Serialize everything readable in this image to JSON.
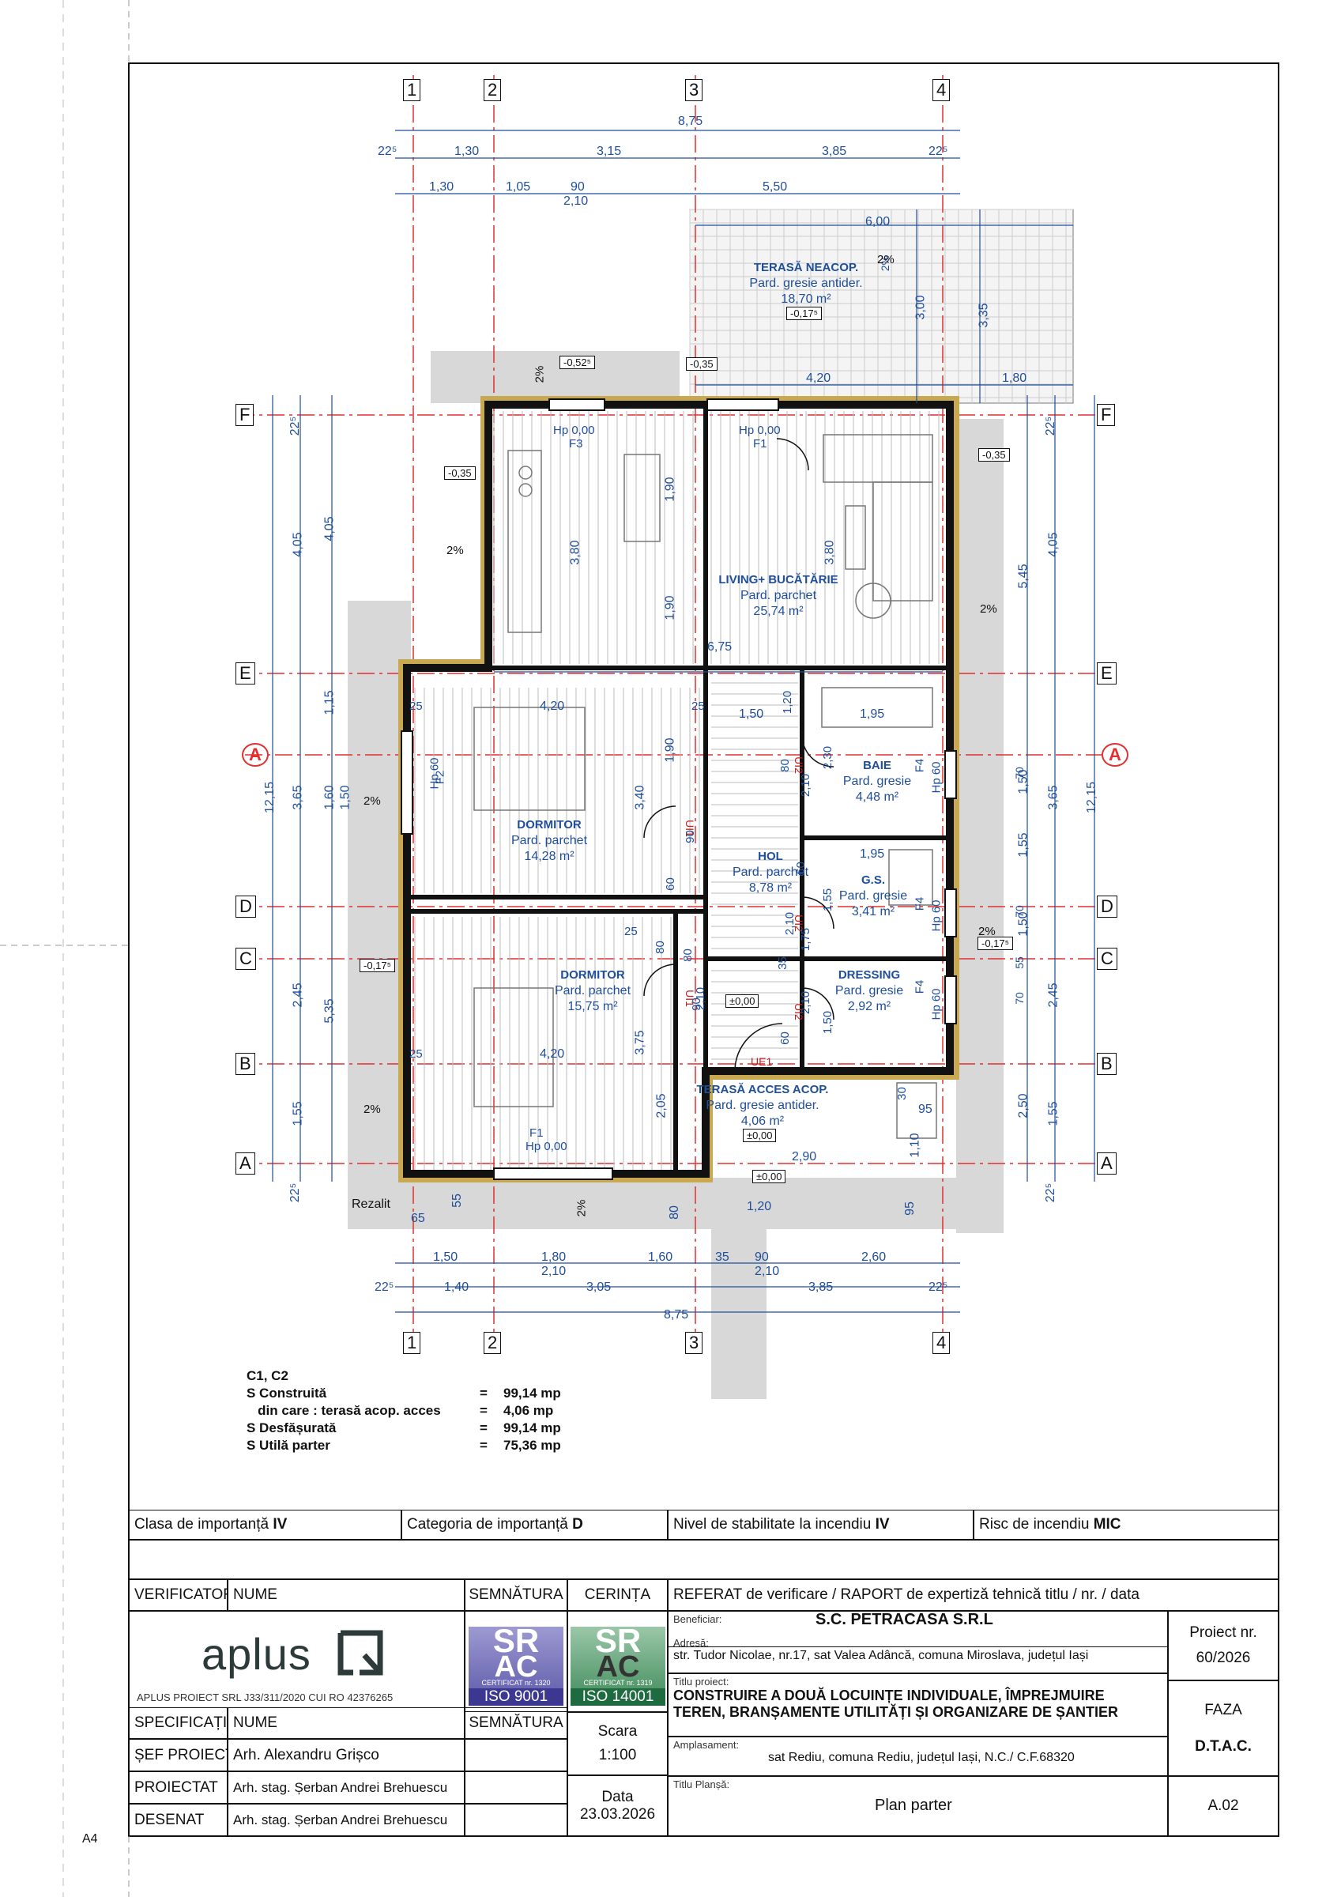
{
  "plan": {
    "axes_numbers": [
      "1",
      "2",
      "3",
      "4"
    ],
    "axes_letters": [
      "F",
      "E",
      "D",
      "C",
      "B",
      "A"
    ],
    "section_marker": "A",
    "top_dims": {
      "overall": "8,75",
      "row2": [
        "22⁵",
        "1,30",
        "3,15",
        "3,85",
        "22⁵"
      ],
      "row3": [
        "1,30",
        "1,05",
        "90",
        "5,50"
      ],
      "row3_sub": "2,10"
    },
    "bottom_dims": {
      "row1": [
        "1,50",
        "1,80",
        "1,60",
        "35",
        "90",
        "2,60"
      ],
      "row1_sub": [
        "2,10",
        "2,10"
      ],
      "row2": [
        "22⁵",
        "1,40",
        "3,05",
        "3,85",
        "22⁵"
      ],
      "overall": "8,75"
    },
    "left_dims": {
      "outer": "12,15",
      "mid": [
        "22⁵",
        "4,05",
        "3,65",
        "2,45",
        "1,55",
        "22⁵"
      ],
      "inner": [
        "4,05",
        "1,15",
        "1,60",
        "5,35"
      ],
      "inner2": "1,50"
    },
    "right_dims": {
      "outer": "12,15",
      "mid": [
        "22⁵",
        "4,05",
        "3,65",
        "2,45",
        "1,55",
        "22⁵"
      ],
      "inner": [
        "5,45",
        "1,50",
        "1,55",
        "1,50",
        "2,50"
      ],
      "inner2": [
        "70",
        "70",
        "55",
        "70"
      ]
    },
    "rooms": [
      {
        "name": "TERASĂ NEACOP.",
        "floor": "Pard. gresie antider.",
        "area": "18,70 m²",
        "level": "-0,17⁵"
      },
      {
        "name": "LIVING+ BUCĂTĂRIE",
        "floor": "Pard. parchet",
        "area": "25,74 m²"
      },
      {
        "name": "DORMITOR",
        "floor": "Pard. parchet",
        "area": "14,28 m²"
      },
      {
        "name": "HOL",
        "floor": "Pard. parchet",
        "area": "8,78 m²"
      },
      {
        "name": "BAIE",
        "floor": "Pard. gresie",
        "area": "4,48 m²"
      },
      {
        "name": "G.S.",
        "floor": "Pard. gresie",
        "area": "3,41 m²"
      },
      {
        "name": "DORMITOR",
        "floor": "Pard. parchet",
        "area": "15,75 m²"
      },
      {
        "name": "DRESSING",
        "floor": "Pard. gresie",
        "area": "2,92 m²"
      },
      {
        "name": "TERASĂ ACCES ACOP.",
        "floor": "Pard. gresie antider.",
        "area": "4,06 m²",
        "level": "±0,00"
      }
    ],
    "terrace_dims": [
      "6,00",
      "3,00",
      "3,35",
      "4,20",
      "1,80",
      "2%"
    ],
    "levels": [
      "-0,52⁵",
      "-0,35",
      "-0,35",
      "-0,35",
      "-0,17⁵",
      "-0,17⁵",
      "±0,00",
      "±0,00"
    ],
    "windows": [
      "Hp 0,00",
      "F3",
      "Hp 0,00",
      "F1",
      "Hp 60",
      "F2",
      "F1",
      "Hp 0,00",
      "F4",
      "Hp 60",
      "F4",
      "Hp 60",
      "F4",
      "Hp 60"
    ],
    "doors": [
      "UI1",
      "UI2",
      "UI2",
      "UI1",
      "UI2",
      "UE1"
    ],
    "inner_dims": [
      "6,75",
      "4,20",
      "4,20",
      "1,50",
      "1,95",
      "1,95",
      "3,80",
      "3,80",
      "1,90",
      "1,90",
      "1,90",
      "3,40",
      "3,75",
      "2,05",
      "2,90",
      "1,20",
      "95",
      "1,10",
      "95",
      "80",
      "55",
      "65",
      "Rezalit"
    ],
    "slopes": [
      "2%",
      "2%",
      "2%",
      "2%",
      "2%",
      "2%",
      "2%",
      "2%"
    ],
    "misc_dims": [
      "25",
      "25",
      "25",
      "25",
      "1,20",
      "2,30",
      "2,10",
      "80",
      "90",
      "60",
      "60",
      "1,55",
      "1,75",
      "2,10",
      "80",
      "35",
      "2,10",
      "1,50",
      "60",
      "2,10",
      "90",
      "80",
      "30"
    ]
  },
  "stats": {
    "title": "C1, C2",
    "rows": [
      {
        "label": "S Construită",
        "value": "99,14 mp"
      },
      {
        "label": "   din care : terasă acop. acces",
        "value": "4,06 mp"
      },
      {
        "label": "S Desfășurată",
        "value": "99,14 mp"
      },
      {
        "label": "S Utilă parter",
        "value": "75,36 mp"
      }
    ],
    "eq": "="
  },
  "titleblock": {
    "class_label": "Clasa de importanță",
    "class_value": "IV",
    "cat_label": "Categoria de importanță",
    "cat_value": "D",
    "fire_label": "Nivel de stabilitate la incendiu",
    "fire_value": "IV",
    "risk_label": "Risc de incendiu",
    "risk_value": "MIC",
    "verificator": "VERIFICATOR",
    "nume": "NUME",
    "semnatura": "SEMNĂTURA",
    "cerinta": "CERINȚA",
    "referat": "REFERAT de verificare / RAPORT de expertiză tehnică     titlu / nr. / data",
    "logo": "aplus",
    "company_info": "APLUS PROIECT SRL J33/311/2020 CUI RO 42376265",
    "sr_top": "SR",
    "sr_bottom": "AC",
    "cert_label1": "CERTIFICAT nr. 1320",
    "cert_label2": "CERTIFICAT nr. 1319",
    "iso1": "ISO 9001",
    "iso2": "ISO 14001",
    "beneficiar_label": "Beneficiar:",
    "beneficiar": "S.C. PETRACASA S.R.L",
    "adresa_label": "Adresă:",
    "adresa": "str. Tudor Nicolae, nr.17, sat Valea Adâncă, comuna Miroslava, județul Iași",
    "titlu_proiect_label": "Titlu proiect:",
    "titlu_proiect_1": "CONSTRUIRE A DOUĂ LOCUINȚE INDIVIDUALE, ÎMPREJMUIRE",
    "titlu_proiect_2": "TEREN, BRANȘAMENTE UTILITĂȚI ȘI ORGANIZARE DE ȘANTIER",
    "amplasament_label": "Amplasament:",
    "amplasament": "sat Rediu, comuna Rediu, județul Iași, N.C./ C.F.68320",
    "proiect_label": "Proiect nr.",
    "proiect_nr": "60/2026",
    "faza_label": "FAZA",
    "faza": "D.T.A.C.",
    "specificatie": "SPECIFICAȚIE",
    "sef_proiect": "ȘEF PROIECT",
    "sef_name": "Arh. Alexandru Grișco",
    "proiectat": "PROIECTAT",
    "proiectat_name": "Arh. stag. Șerban Andrei Brehuescu",
    "desenat": "DESENAT",
    "desenat_name": "Arh. stag. Șerban Andrei Brehuescu",
    "scara_label": "Scara",
    "scara": "1:100",
    "data_label": "Data",
    "data": "23.03.2026",
    "titlu_plansa_label": "Titlu Planșă:",
    "titlu_plansa": "Plan parter",
    "plansa_nr": "A.02"
  },
  "sheet_format": "A4",
  "colors": {
    "dim": "#1f4e9a",
    "axis": "#e03030",
    "wall": "#111111",
    "insul": "#e8d9a4"
  }
}
